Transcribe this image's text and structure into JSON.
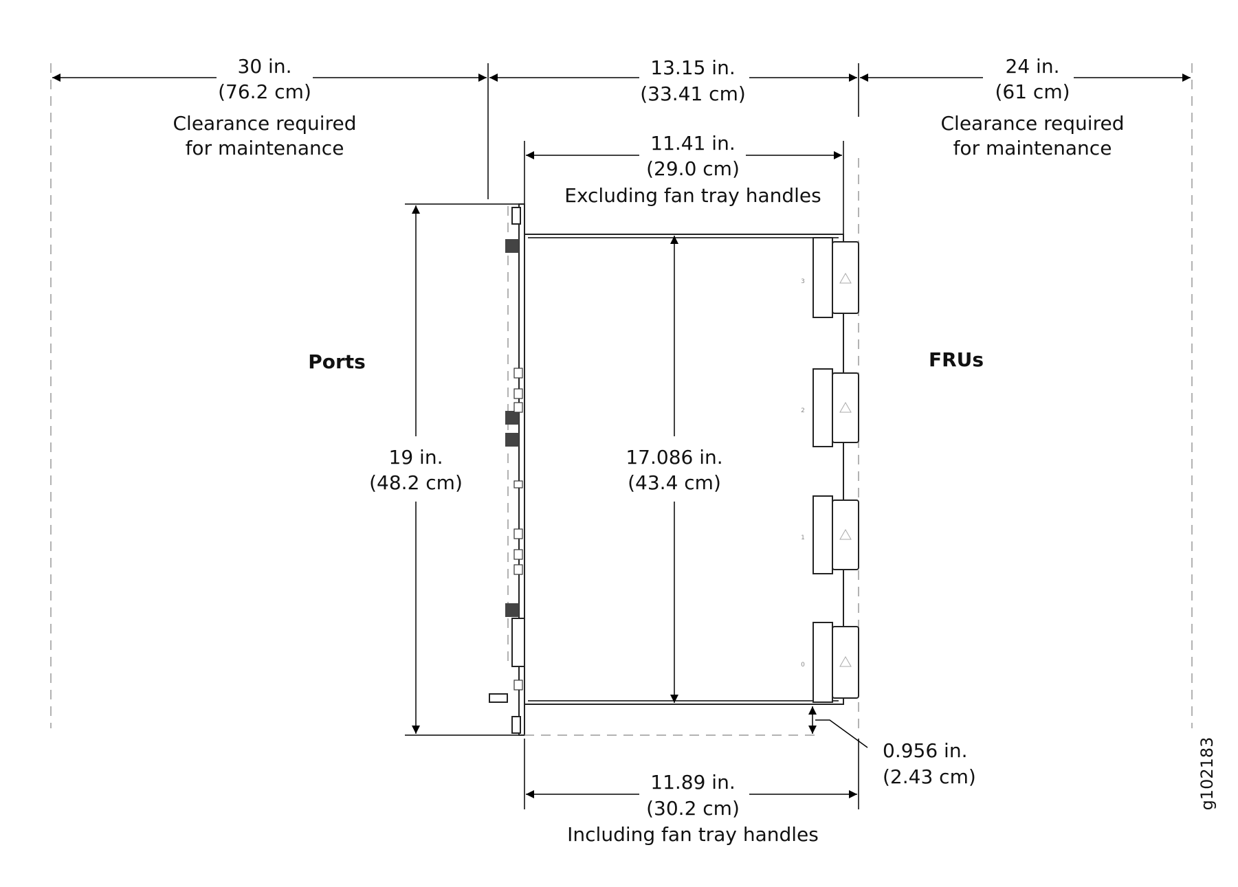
{
  "dimensions": {
    "rear_clearance": {
      "imperial": "30 in.",
      "metric": "(76.2 cm)",
      "note1": "Clearance required",
      "note2": "for maintenance"
    },
    "overall_depth": {
      "imperial": "13.15 in.",
      "metric": "(33.41 cm)"
    },
    "front_clearance": {
      "imperial": "24 in.",
      "metric": "(61 cm)",
      "note1": "Clearance required",
      "note2": "for maintenance"
    },
    "depth_excluding": {
      "imperial": "11.41 in.",
      "metric": "(29.0 cm)",
      "note": "Excluding fan tray handles"
    },
    "rack_width": {
      "imperial": "19 in.",
      "metric": "(48.2 cm)"
    },
    "chassis_width": {
      "imperial": "17.086 in.",
      "metric": "(43.4 cm)"
    },
    "handle_offset": {
      "imperial": "0.956 in.",
      "metric": "(2.43 cm)"
    },
    "depth_including": {
      "imperial": "11.89 in.",
      "metric": "(30.2 cm)",
      "note": "Including fan tray handles"
    }
  },
  "labels": {
    "ports": "Ports",
    "frus": "FRUs"
  },
  "fan_trays": [
    "3",
    "2",
    "1",
    "0"
  ],
  "figure_id": "g102183"
}
